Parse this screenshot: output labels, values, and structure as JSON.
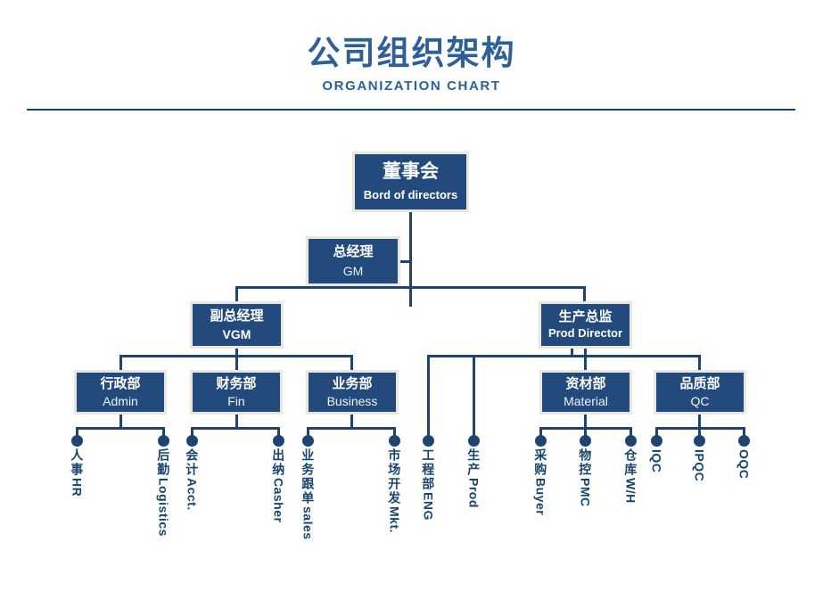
{
  "header": {
    "title_cn": "公司组织架构",
    "title_en": "ORGANIZATION CHART",
    "accent_color": "#2d6099",
    "divider_color": "#17446f"
  },
  "theme": {
    "box_fill": "#234a7d",
    "box_border": "#eae7df",
    "line_color": "#1d4570",
    "label_color": "#17446f",
    "box_text": "#ffffff",
    "background": "#ffffff"
  },
  "nodes": {
    "board": {
      "cn": "董事会",
      "en": "Bord of directors"
    },
    "gm": {
      "cn": "总经理",
      "en": "GM"
    },
    "vgm": {
      "cn": "副总经理",
      "en": "VGM"
    },
    "prod": {
      "cn": "生产总监",
      "en": "Prod Director"
    },
    "admin": {
      "cn": "行政部",
      "en": "Admin"
    },
    "fin": {
      "cn": "财务部",
      "en": "Fin"
    },
    "business": {
      "cn": "业务部",
      "en": "Business"
    },
    "material": {
      "cn": "资材部",
      "en": "Material"
    },
    "qc": {
      "cn": "品质部",
      "en": "QC"
    }
  },
  "leaves": [
    {
      "cn": "人事",
      "en": "HR"
    },
    {
      "cn": "后勤",
      "en": "Logistics"
    },
    {
      "cn": "会计",
      "en": "Acct."
    },
    {
      "cn": "出纳",
      "en": "Casher"
    },
    {
      "cn": "业务跟单",
      "en": "sales"
    },
    {
      "cn": "市场开发",
      "en": "Mkt."
    },
    {
      "cn": "工程部",
      "en": "ENG"
    },
    {
      "cn": "生产",
      "en": "Prod"
    },
    {
      "cn": "采购",
      "en": "Buyer"
    },
    {
      "cn": "物控",
      "en": "PMC"
    },
    {
      "cn": "仓库",
      "en": "W/H"
    },
    {
      "cn": "",
      "en": "IQC"
    },
    {
      "cn": "",
      "en": "IPQC"
    },
    {
      "cn": "",
      "en": "OQC"
    }
  ]
}
